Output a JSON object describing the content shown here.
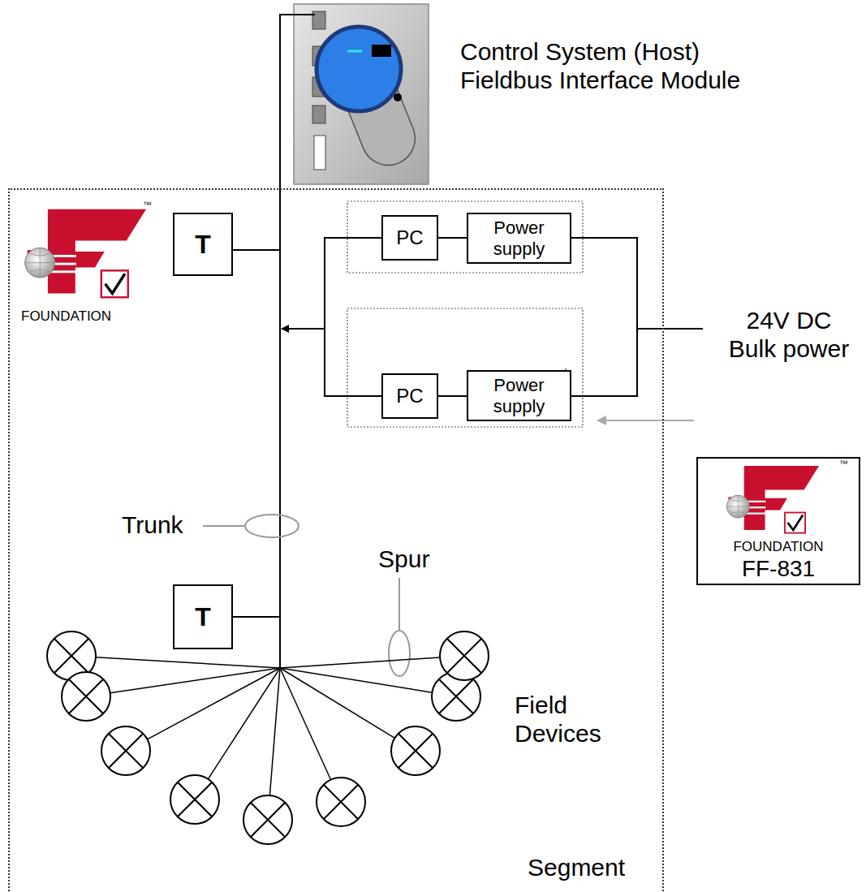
{
  "diagram": {
    "nodes": [
      {
        "text": [
          "Control System (Host) Fieldbus Interface Module"
        ]
      },
      {
        "text": [
          "Segment"
        ]
      },
      {
        "text": [
          "T"
        ],
        "in": 1
      },
      {
        "text": [
          "PC"
        ],
        "in": 1
      },
      {
        "text": [
          "Power supply"
        ],
        "in": 1
      },
      {
        "text": [
          "PC"
        ],
        "in": 1
      },
      {
        "text": [
          "Power supply"
        ],
        "in": 1
      },
      {
        "text": [
          "T"
        ],
        "in": 1
      },
      {
        "text": [
          "FOUNDATION",
          "FF-831"
        ]
      }
    ],
    "edges": [
      {
        "from": 3,
        "to": 4,
        "arrow": "none"
      },
      {
        "from": 5,
        "to": 6,
        "arrow": "none"
      }
    ],
    "labels": [
      "™",
      "FOUNDATION",
      "24V DC Bulk power",
      "™",
      "Trunk",
      "Spur",
      "Field Devices"
    ]
  }
}
